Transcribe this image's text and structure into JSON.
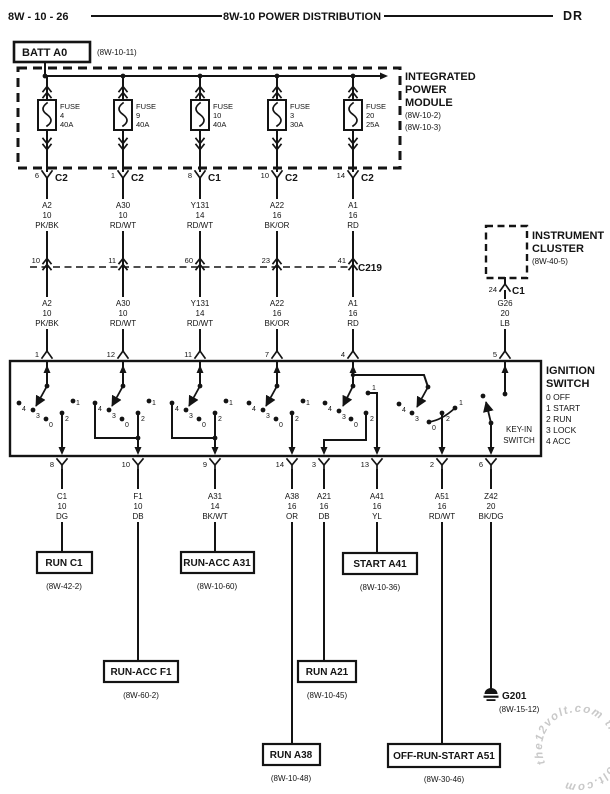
{
  "header": {
    "left": "8W - 10 - 26",
    "title": "8W-10 POWER DISTRIBUTION",
    "right": "DR"
  },
  "battery": {
    "label": "BATT A0",
    "ref": "(8W-10-11)"
  },
  "ipm": {
    "name_lines": [
      "INTEGRATED",
      "POWER",
      "MODULE"
    ],
    "refs": [
      "(8W-10-2)",
      "(8W-10-3)"
    ],
    "fuse_label": "FUSE",
    "fuses": [
      {
        "num": "4",
        "amps": "40A"
      },
      {
        "num": "9",
        "amps": "40A"
      },
      {
        "num": "10",
        "amps": "40A"
      },
      {
        "num": "3",
        "amps": "30A"
      },
      {
        "num": "20",
        "amps": "25A"
      }
    ]
  },
  "c219": {
    "label": "C219"
  },
  "wires": [
    {
      "circuit": "A2",
      "gauge": "10",
      "color": "PK/BK",
      "ipm_pin": "6",
      "ipm_conn": "C2",
      "c219_pin": "10",
      "sw_pin": "1"
    },
    {
      "circuit": "A30",
      "gauge": "10",
      "color": "RD/WT",
      "ipm_pin": "1",
      "ipm_conn": "C2",
      "c219_pin": "11",
      "sw_pin": "12"
    },
    {
      "circuit": "Y131",
      "gauge": "14",
      "color": "RD/WT",
      "ipm_pin": "8",
      "ipm_conn": "C1",
      "c219_pin": "60",
      "sw_pin": "11"
    },
    {
      "circuit": "A22",
      "gauge": "16",
      "color": "BK/OR",
      "ipm_pin": "10",
      "ipm_conn": "C2",
      "c219_pin": "23",
      "sw_pin": "7"
    },
    {
      "circuit": "A1",
      "gauge": "16",
      "color": "RD",
      "ipm_pin": "14",
      "ipm_conn": "C2",
      "c219_pin": "41",
      "sw_pin": "4"
    }
  ],
  "cluster": {
    "line1": "INSTRUMENT",
    "line2": "CLUSTER",
    "ref": "(8W-40-5)",
    "pin": "24",
    "conn": "C1",
    "circuit": "G26",
    "gauge": "20",
    "color": "LB",
    "sw_pin": "5"
  },
  "ignition": {
    "title1": "IGNITION",
    "title2": "SWITCH",
    "positions": [
      "0 OFF",
      "1 START",
      "2 RUN",
      "3 LOCK",
      "4 ACC"
    ],
    "keyin1": "KEY-IN",
    "keyin2": "SWITCH",
    "d4": "4",
    "d3": "3",
    "d0": "0",
    "d2": "2",
    "d1": "1"
  },
  "outs": [
    {
      "pin": "8",
      "circuit": "C1",
      "gauge": "10",
      "color": "DG",
      "dest": "RUN C1",
      "ref": "(8W-42-2)"
    },
    {
      "pin": "10",
      "circuit": "F1",
      "gauge": "10",
      "color": "DB",
      "dest": "RUN-ACC F1",
      "ref": "(8W-60-2)"
    },
    {
      "pin": "9",
      "circuit": "A31",
      "gauge": "14",
      "color": "BK/WT",
      "dest": "RUN-ACC A31",
      "ref": "(8W-10-60)"
    },
    {
      "pin": "14",
      "circuit": "A38",
      "gauge": "16",
      "color": "OR",
      "dest": "RUN A38",
      "ref": "(8W-10-48)"
    },
    {
      "pin": "3",
      "circuit": "A21",
      "gauge": "16",
      "color": "DB",
      "dest": "RUN A21",
      "ref": "(8W-10-45)"
    },
    {
      "pin": "13",
      "circuit": "A41",
      "gauge": "16",
      "color": "YL",
      "dest": "START A41",
      "ref": "(8W-10-36)"
    },
    {
      "pin": "2",
      "circuit": "A51",
      "gauge": "16",
      "color": "RD/WT",
      "dest": "OFF-RUN-START A51",
      "ref": "(8W-30-46)"
    },
    {
      "pin": "6",
      "circuit": "Z42",
      "gauge": "20",
      "color": "BK/DG",
      "dest": "G201",
      "ref": "(8W-15-12)"
    }
  ],
  "watermark": "the12volt.com   the12volt.com"
}
